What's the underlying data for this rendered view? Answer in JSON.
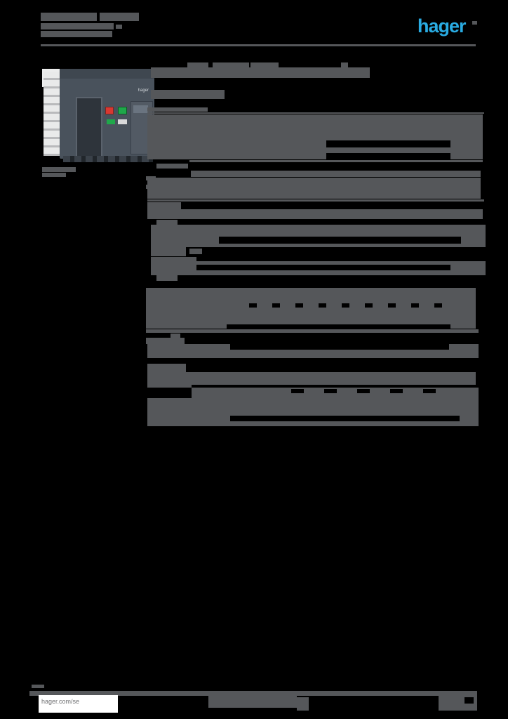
{
  "page": {
    "background": "#000000",
    "redaction_color": "#55575a"
  },
  "header": {
    "logo_text": "hager",
    "logo_color": "#29abe2"
  },
  "product_image": {
    "brand_label": "hager"
  },
  "footer": {
    "site_url": "hager.com/se"
  },
  "redactions": [
    [
      58,
      18,
      80,
      12
    ],
    [
      142,
      18,
      56,
      12
    ],
    [
      58,
      33,
      104,
      9
    ],
    [
      165,
      35,
      9,
      6
    ],
    [
      58,
      44,
      102,
      9
    ],
    [
      58,
      63,
      620,
      3
    ],
    [
      267,
      89,
      30,
      7
    ],
    [
      303,
      89,
      52,
      7
    ],
    [
      357,
      89,
      40,
      7
    ],
    [
      486,
      89,
      10,
      7
    ],
    [
      215,
      96,
      312,
      15
    ],
    [
      215,
      128,
      105,
      13
    ],
    [
      60,
      238,
      48,
      7
    ],
    [
      60,
      246,
      34,
      6
    ],
    [
      210,
      153,
      86,
      6
    ],
    [
      210,
      160,
      480,
      2
    ],
    [
      210,
      163,
      478,
      37
    ],
    [
      210,
      200,
      255,
      10
    ],
    [
      642,
      200,
      46,
      10
    ],
    [
      210,
      210,
      478,
      8
    ],
    [
      210,
      218,
      255,
      9
    ],
    [
      642,
      218,
      46,
      9
    ],
    [
      270,
      228,
      418,
      3
    ],
    [
      223,
      233,
      45,
      7
    ],
    [
      272,
      243,
      413,
      9
    ],
    [
      208,
      251,
      14,
      6
    ],
    [
      208,
      263,
      14,
      6
    ],
    [
      210,
      253,
      475,
      30
    ],
    [
      210,
      284,
      480,
      3
    ],
    [
      210,
      288,
      48,
      10
    ],
    [
      210,
      298,
      478,
      14
    ],
    [
      223,
      313,
      30,
      7
    ],
    [
      215,
      320,
      477,
      17
    ],
    [
      215,
      337,
      97,
      10
    ],
    [
      657,
      337,
      35,
      10
    ],
    [
      215,
      347,
      477,
      5
    ],
    [
      215,
      352,
      50,
      13
    ],
    [
      270,
      354,
      18,
      8
    ],
    [
      215,
      366,
      65,
      24
    ],
    [
      280,
      372,
      362,
      5
    ],
    [
      642,
      372,
      50,
      13
    ],
    [
      215,
      385,
      477,
      7
    ],
    [
      223,
      392,
      30,
      8
    ],
    [
      208,
      410,
      470,
      52
    ],
    [
      208,
      462,
      115,
      6
    ],
    [
      642,
      462,
      36,
      6
    ],
    [
      208,
      469,
      474,
      5
    ],
    [
      243,
      475,
      14,
      8
    ],
    [
      208,
      481,
      55,
      9
    ],
    [
      210,
      490,
      118,
      8
    ],
    [
      640,
      490,
      42,
      8
    ],
    [
      210,
      498,
      472,
      12
    ],
    [
      210,
      518,
      55,
      12
    ],
    [
      210,
      530,
      468,
      18
    ],
    [
      210,
      545,
      63,
      7
    ],
    [
      273,
      552,
      409,
      15
    ],
    [
      210,
      567,
      472,
      25
    ],
    [
      210,
      592,
      118,
      8
    ],
    [
      655,
      592,
      27,
      8
    ],
    [
      210,
      600,
      472,
      7
    ],
    [
      45,
      975,
      18,
      5
    ],
    [
      42,
      984,
      638,
      7
    ],
    [
      297,
      988,
      126,
      20
    ],
    [
      423,
      993,
      17,
      19
    ],
    [
      625,
      985,
      55,
      27
    ]
  ],
  "holes": [
    [
      355,
      432,
      11,
      6
    ],
    [
      388,
      432,
      11,
      6
    ],
    [
      421,
      432,
      11,
      6
    ],
    [
      454,
      432,
      11,
      6
    ],
    [
      487,
      432,
      11,
      6
    ],
    [
      520,
      432,
      11,
      6
    ],
    [
      553,
      432,
      11,
      6
    ],
    [
      586,
      432,
      11,
      6
    ],
    [
      619,
      432,
      11,
      6
    ],
    [
      415,
      554,
      18,
      6
    ],
    [
      462,
      554,
      18,
      6
    ],
    [
      509,
      554,
      18,
      6
    ],
    [
      556,
      554,
      18,
      6
    ],
    [
      603,
      554,
      18,
      6
    ]
  ]
}
